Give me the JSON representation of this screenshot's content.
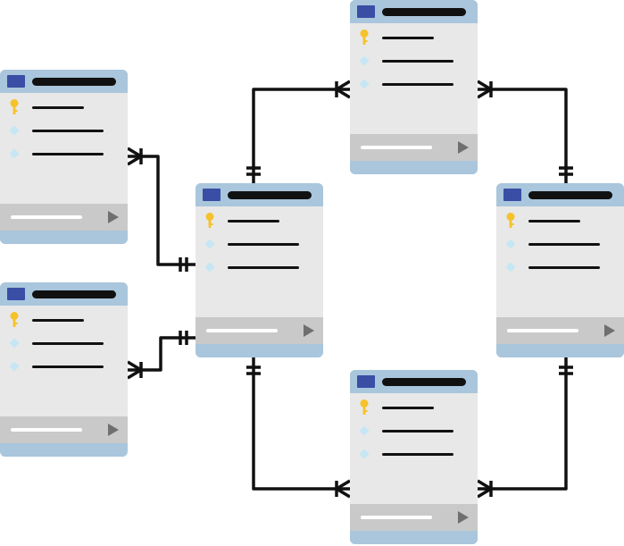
{
  "diagram": {
    "kind": "entity-relationship",
    "colors": {
      "card_frame": "#a9c6dc",
      "card_body": "#e8e8e8",
      "card_footer": "#c9c9c9",
      "header_square": "#3a4ea5",
      "text_bar": "#111111",
      "primary_key": "#f5c22b",
      "field_diamond": "#c7e6f4",
      "connector": "#111111"
    },
    "icons": {
      "primary_key": "key-icon",
      "field": "diamond-icon",
      "footer_action": "play-icon",
      "header": "table-icon"
    },
    "tables": [
      {
        "id": "table-left-top",
        "rows": [
          "primary-key",
          "field",
          "field"
        ]
      },
      {
        "id": "table-left-bottom",
        "rows": [
          "primary-key",
          "field",
          "field"
        ]
      },
      {
        "id": "table-center",
        "rows": [
          "primary-key",
          "field",
          "field"
        ]
      },
      {
        "id": "table-top",
        "rows": [
          "primary-key",
          "field",
          "field"
        ]
      },
      {
        "id": "table-right",
        "rows": [
          "primary-key",
          "field",
          "field"
        ]
      },
      {
        "id": "table-bottom",
        "rows": [
          "primary-key",
          "field",
          "field"
        ]
      }
    ],
    "relationships": [
      {
        "from": "table-left-top",
        "to": "table-center",
        "from_end": "one-or-many",
        "to_end": "one-and-only-one"
      },
      {
        "from": "table-left-bottom",
        "to": "table-center",
        "from_end": "one-or-many",
        "to_end": "one-and-only-one"
      },
      {
        "from": "table-center",
        "to": "table-top",
        "from_end": "one-and-only-one",
        "to_end": "one-or-many"
      },
      {
        "from": "table-center",
        "to": "table-bottom",
        "from_end": "one-and-only-one",
        "to_end": "one-or-many"
      },
      {
        "from": "table-right",
        "to": "table-top",
        "from_end": "one-and-only-one",
        "to_end": "one-or-many"
      },
      {
        "from": "table-right",
        "to": "table-bottom",
        "from_end": "one-and-only-one",
        "to_end": "one-or-many"
      }
    ]
  }
}
